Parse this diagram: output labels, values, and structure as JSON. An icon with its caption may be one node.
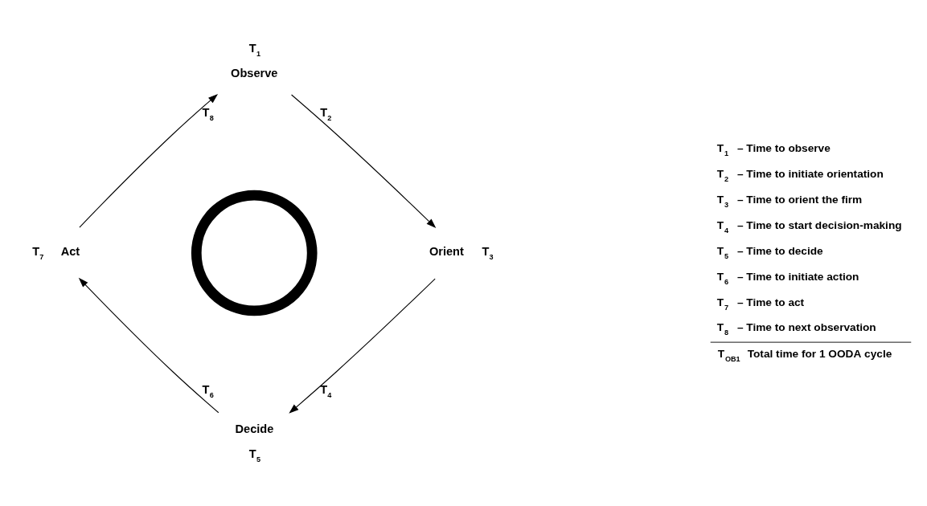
{
  "diagram": {
    "nodes": [
      {
        "text": [
          "Observe"
        ],
        "beside": [
          "T$_{1}$"
        ]
      },
      {
        "text": [
          "Orient"
        ],
        "beside": [
          "T$_{3}$"
        ]
      },
      {
        "text": [
          "Decide"
        ],
        "beside": [
          "T$_{5}$"
        ]
      },
      {
        "text": [
          "Act"
        ],
        "beside": [
          "T$_{7}$"
        ]
      },
      {
        "text": [],
        "shape": "circle"
      }
    ],
    "edges": [
      {
        "from": 0,
        "to": 1,
        "arrow": "to",
        "label": "T$_{2}$"
      },
      {
        "from": 1,
        "to": 2,
        "arrow": "to",
        "label": "T$_{4}$"
      },
      {
        "from": 2,
        "to": 3,
        "arrow": "to",
        "label": "T$_{6}$"
      },
      {
        "from": 3,
        "to": 0,
        "arrow": "to",
        "label": "T$_{8}$"
      }
    ],
    "labels": [
      "T$_{1}$ – Time to observe",
      "T$_{2}$ – Time to initiate orientation",
      "T$_{3}$ – Time to orient the firm",
      "T$_{4}$ – Time to start decision-making",
      "T$_{5}$ – Time to decide",
      "T$_{6}$ – Time to initiate action",
      "T$_{7}$ – Time to act",
      "T$_{8}$ – Time to next observation",
      "T$_{OB1}$ Total time for 1 OODA cycle"
    ]
  }
}
